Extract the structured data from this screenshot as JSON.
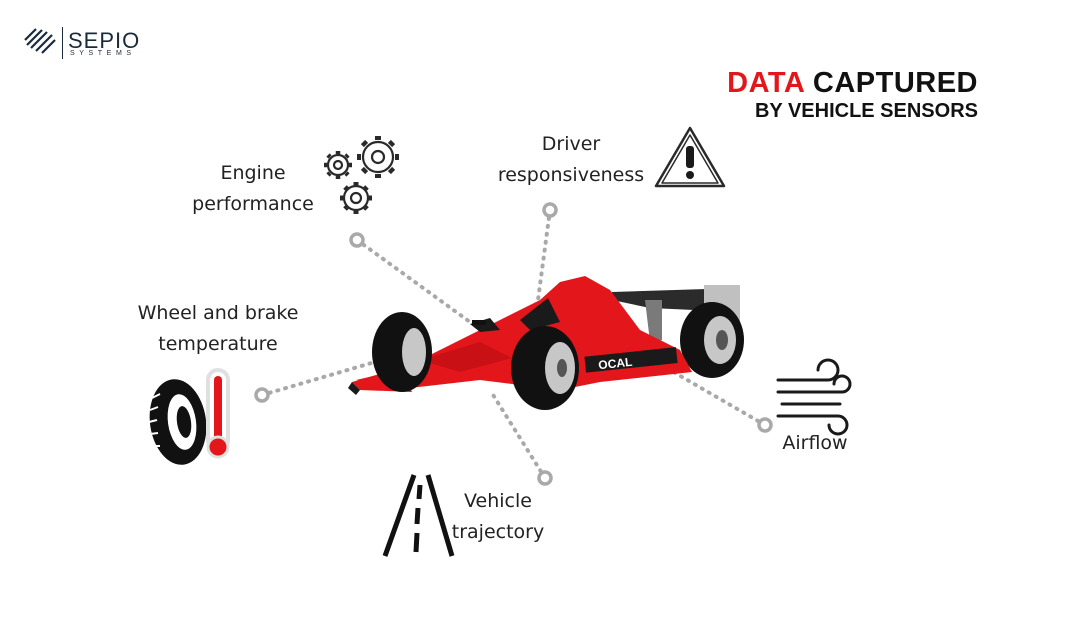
{
  "brand": {
    "name": "SEPIO",
    "subtitle": "SYSTEMS",
    "icon": "sepio-stripes-logo-icon"
  },
  "title": {
    "accent": "DATA",
    "rest": "CAPTURED",
    "line2": "BY VEHICLE SENSORS",
    "accent_color": "#e3161b"
  },
  "labels": {
    "engine": [
      "Engine",
      "performance"
    ],
    "driver": [
      "Driver",
      "responsiveness"
    ],
    "wheel": [
      "Wheel and brake",
      "temperature"
    ],
    "airflow": "Airflow",
    "trajectory": [
      "Vehicle",
      "trajectory"
    ]
  },
  "car_livery": "OCAL",
  "icons": {
    "engine": "gears-icon",
    "driver": "warning-triangle-icon",
    "wheel": "tire-thermometer-icon",
    "airflow": "wind-icon",
    "trajectory": "road-icon",
    "vehicle": "f1-race-car"
  },
  "colors": {
    "car_red": "#e3161b",
    "connector": "#a9a9a9"
  }
}
